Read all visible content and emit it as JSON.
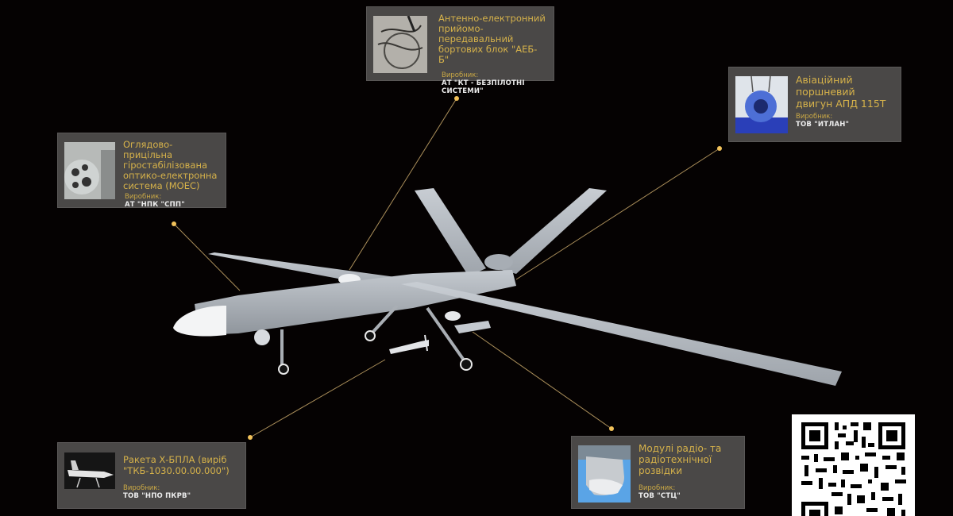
{
  "colors": {
    "background": "#050202",
    "callout_bg": "#4a4847",
    "title_accent": "#d6b24a",
    "maker_label": "#c9a845",
    "maker_text": "#ececec",
    "leader_line": "#c8a86a",
    "leader_dot": "#f2c25a",
    "drone_body": "#b9bfc6"
  },
  "callouts": [
    {
      "id": "aeb-b",
      "title": "Антенно-електронний\nприйомо-передавальний\nбортових блок \"АЕБ-Б\"",
      "maker_label": "Виробник:",
      "maker": "АТ \"КТ - БЕЗПІЛОТНІ СИСТЕМИ\""
    },
    {
      "id": "engine",
      "title": "Авіаційний\nпоршневий\nдвигун АПД 115Т",
      "maker_label": "Виробник:",
      "maker": "ТОВ \"ИТЛАН\""
    },
    {
      "id": "moes",
      "title": "Оглядово-прицільна\nгіростабілізована\nоптико-електронна\nсистема (МОЕС)",
      "maker_label": "Виробник:",
      "maker": "АТ \"НПК \"СПП\""
    },
    {
      "id": "missile",
      "title": "Ракета Х-БПЛА (виріб\n\"ТКБ-1030.00.00.000\")",
      "maker_label": "Виробник:",
      "maker": "ТОВ \"НПО ПКРВ\""
    },
    {
      "id": "recon",
      "title": "Модулі радіо- та\nрадіотехнічної\nрозвідки",
      "maker_label": "Виробник:",
      "maker": "ТОВ \"СТЦ\""
    }
  ],
  "icons": {
    "drone": "drone-illustration",
    "qr": "qr-code",
    "leader_dot": "leader-dot"
  }
}
